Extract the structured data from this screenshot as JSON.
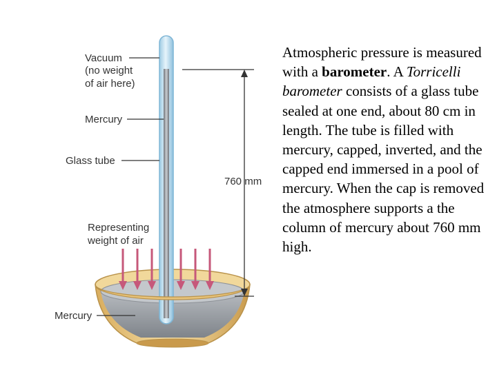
{
  "diagram": {
    "labels": {
      "vacuum": "Vacuum",
      "no_weight_1": "(no weight",
      "no_weight_2": "of air here)",
      "mercury_column": "Mercury",
      "glass_tube": "Glass tube",
      "representing_1": "Representing",
      "representing_2": "weight of air",
      "mercury_bowl": "Mercury",
      "height": "760 mm"
    },
    "colors": {
      "glass": "#b9dcee",
      "glass_edge": "#7fb6d6",
      "mercury": "#9a9ea4",
      "bowl_gold": "#e7c37a",
      "bowl_gold_dark": "#b9924a",
      "arrow": "#c6587a"
    },
    "arrow_count": 6
  },
  "caption": {
    "p1": "Atmospheric pressure is measured with a ",
    "p2": "barometer",
    "p3": ". A ",
    "p4": "Torricelli barometer",
    "p5": " consists of a glass tube sealed at one end, about 80 cm in length. The tube is filled with mercury, capped, inverted, and the capped end immersed in a pool of mercury. When the cap is removed the atmosphere supports a the column of mercury about 760 mm high."
  }
}
